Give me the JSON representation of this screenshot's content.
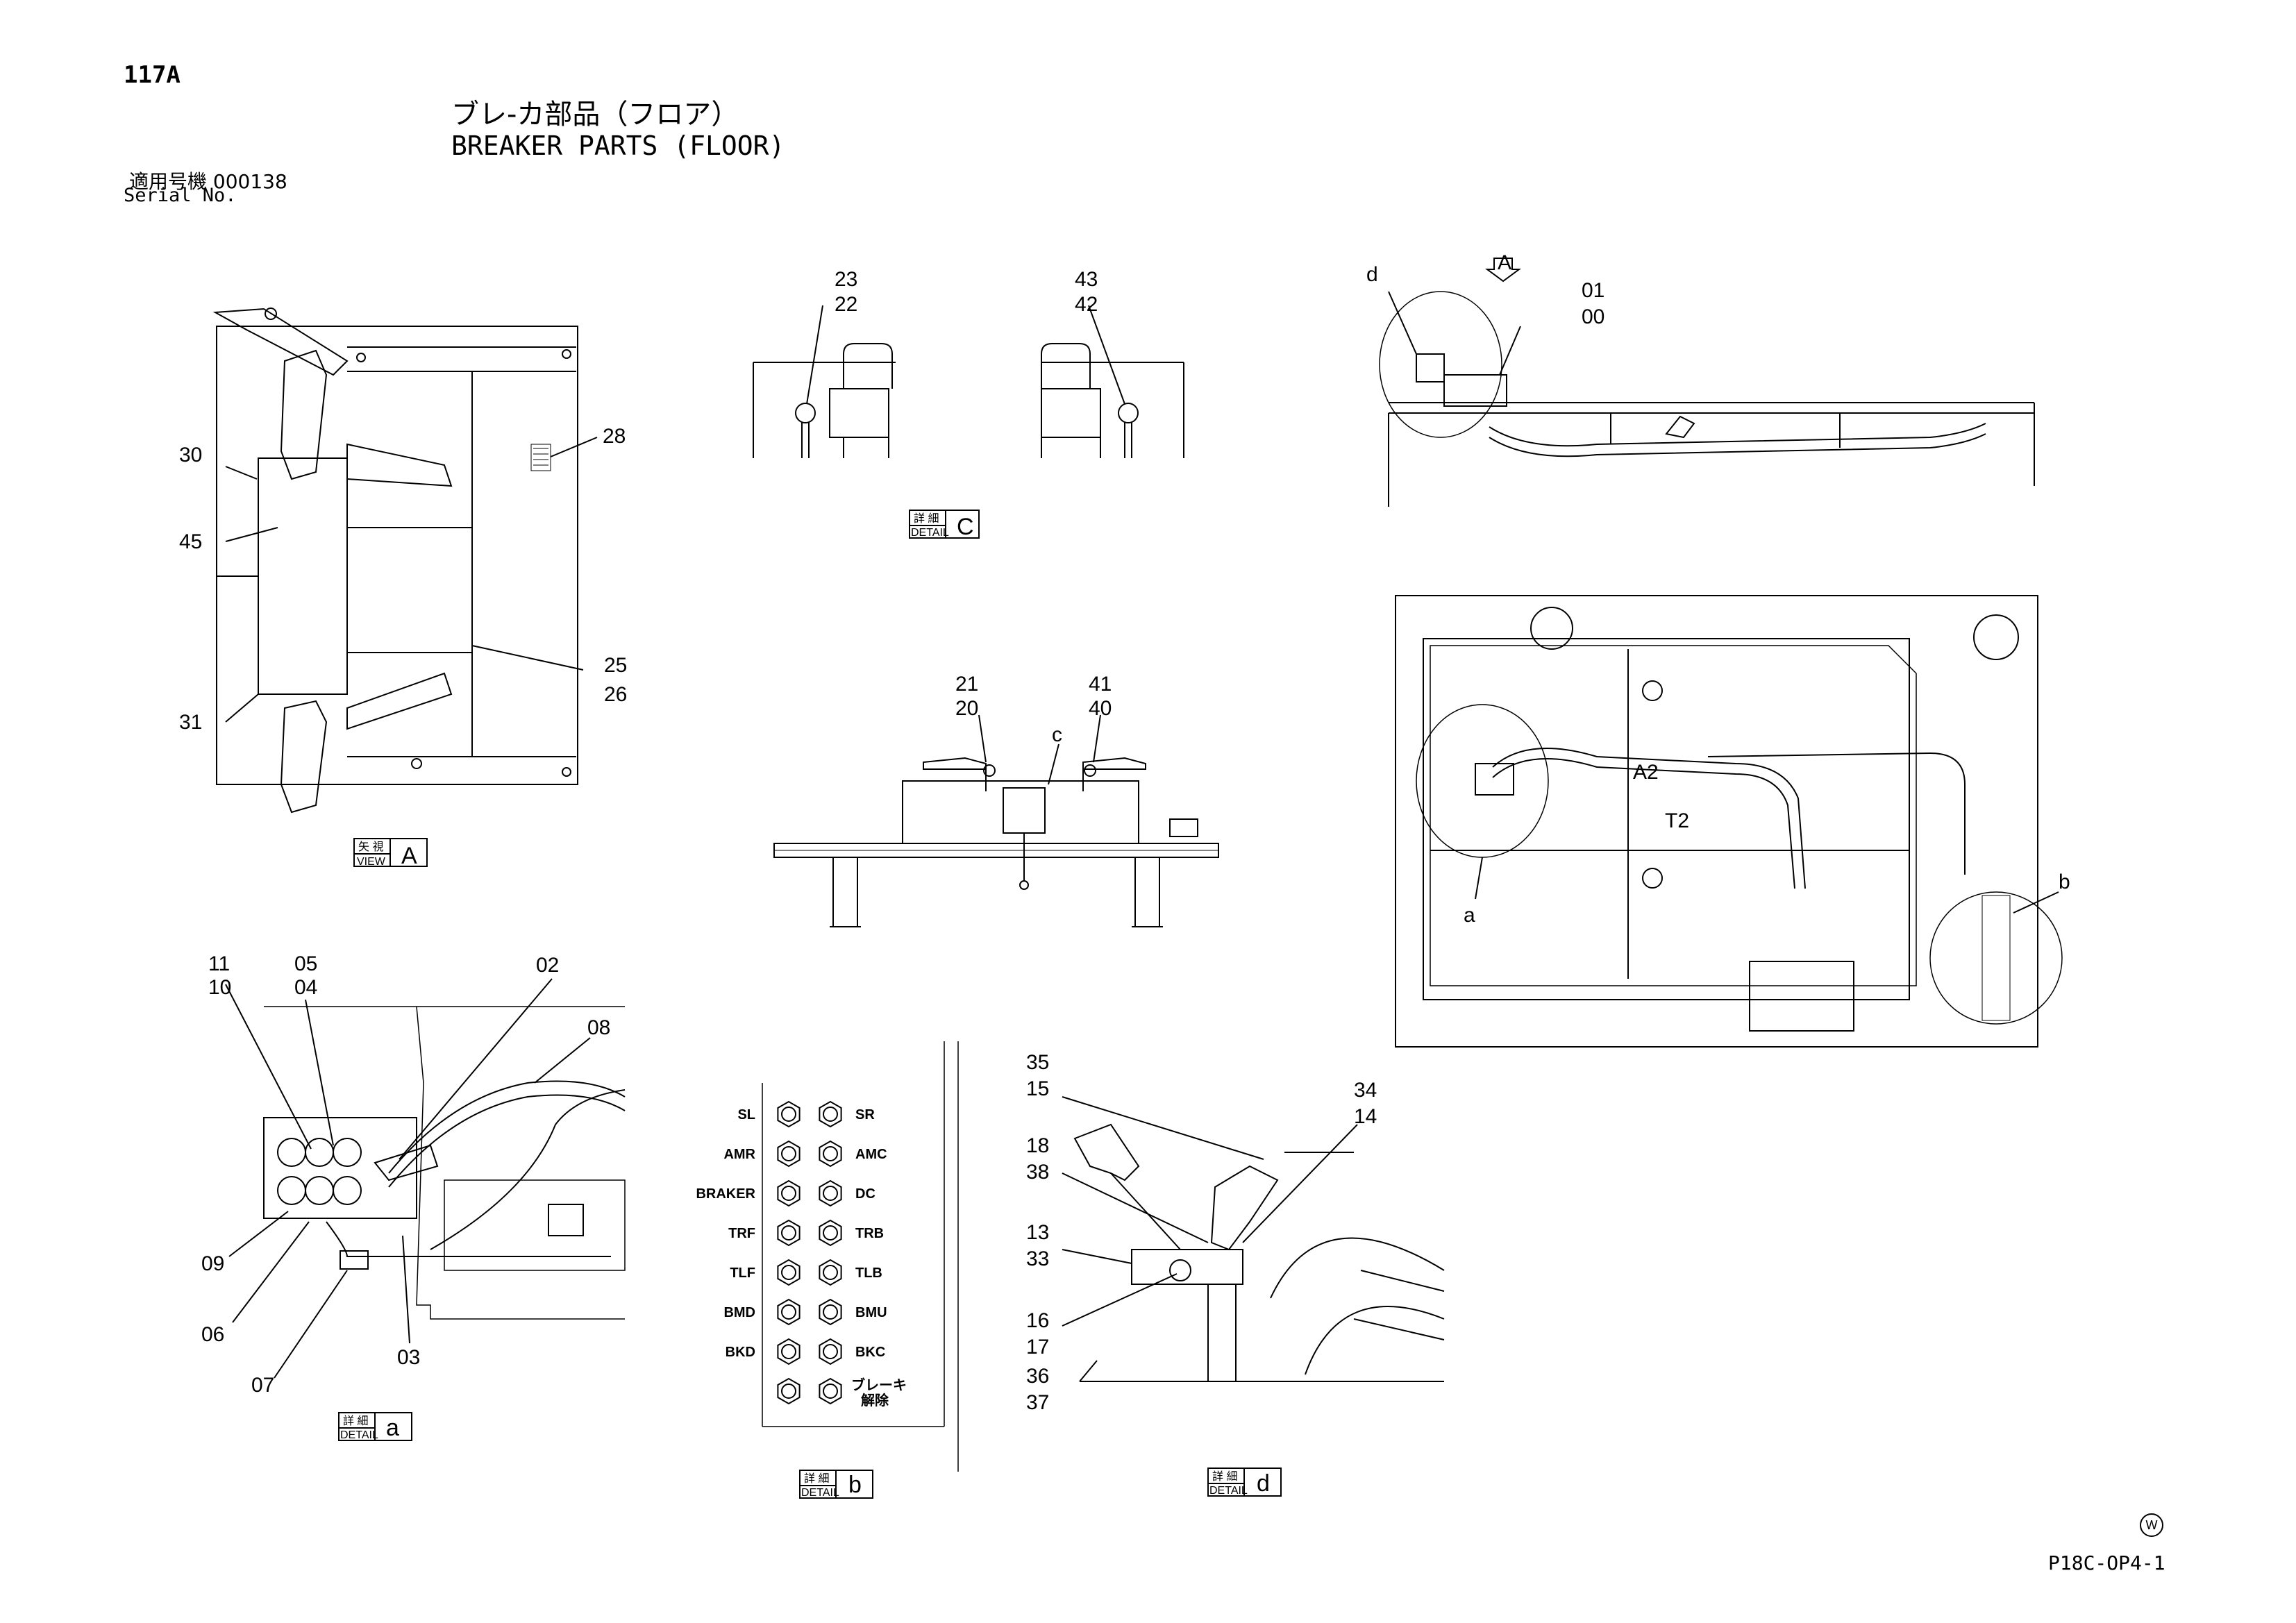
{
  "header": {
    "page_no": "117A",
    "title_jp": "ブレ-カ部品（フロア）",
    "title_en": "BREAKER PARTS (FLOOR)",
    "serial_jp": "適用号機  000138",
    "serial_en": "Serial No."
  },
  "detail_tag": {
    "jp": "詳 細",
    "en": "DETAIL"
  },
  "view_tag": {
    "jp": "矢 視",
    "en": "VIEW"
  },
  "view_a": {
    "letter": "A",
    "callouts": {
      "p30": "30",
      "p45": "45",
      "p31": "31",
      "p28": "28",
      "p25": "25",
      "p26": "26"
    }
  },
  "detail_c": {
    "letter": "C",
    "callouts": {
      "p23": "23",
      "p22": "22",
      "p43": "43",
      "p42": "42"
    }
  },
  "center_view": {
    "callouts": {
      "p21": "21",
      "p20": "20",
      "p41": "41",
      "p40": "40",
      "c": "c"
    }
  },
  "top_right_view": {
    "callouts": {
      "d": "d",
      "A": "A",
      "p01": "01",
      "p00": "00"
    }
  },
  "plan_view": {
    "callouts": {
      "a": "a",
      "b": "b",
      "A2": "A2",
      "T2": "T2"
    }
  },
  "detail_a": {
    "letter": "a",
    "callouts": {
      "p11": "11",
      "p10": "10",
      "p05": "05",
      "p04": "04",
      "p02": "02",
      "p08": "08",
      "p09": "09",
      "p06": "06",
      "p07": "07",
      "p03": "03"
    }
  },
  "detail_b": {
    "letter": "b",
    "left_labels": [
      "SL",
      "AMR",
      "BRAKER",
      "TRF",
      "TLF",
      "BMD",
      "BKD"
    ],
    "right_labels": [
      "SR",
      "AMC",
      "DC",
      "TRB",
      "TLB",
      "BMU",
      "BKC"
    ],
    "last_right_jp": "ブレーキ",
    "last_right_jp2": "解除"
  },
  "detail_d": {
    "letter": "d",
    "callouts": {
      "p35": "35",
      "p15": "15",
      "p34": "34",
      "p14": "14",
      "p18": "18",
      "p38": "38",
      "p13": "13",
      "p33": "33",
      "p16": "16",
      "p17": "17",
      "p36": "36",
      "p37": "37"
    }
  },
  "footer": {
    "drawing_no": "P18C-OP4-1",
    "mark": "W"
  }
}
